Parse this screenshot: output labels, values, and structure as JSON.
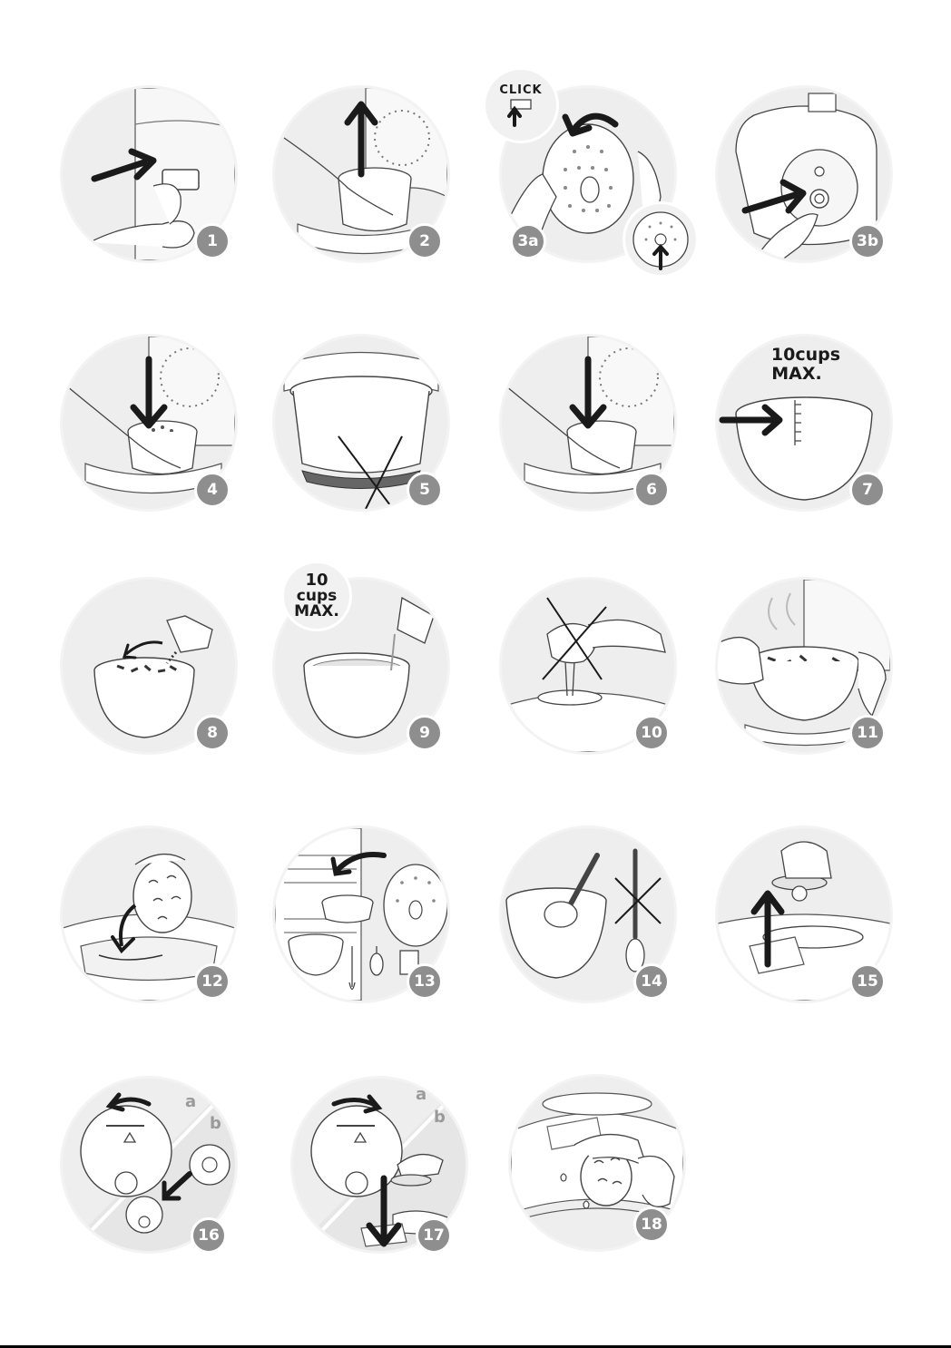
{
  "steps": [
    {
      "label": "1"
    },
    {
      "label": "2"
    },
    {
      "label": "3a"
    },
    {
      "label": "3b"
    },
    {
      "label": "4"
    },
    {
      "label": "5"
    },
    {
      "label": "6"
    },
    {
      "label": "7"
    },
    {
      "label": "8"
    },
    {
      "label": "9"
    },
    {
      "label": "10"
    },
    {
      "label": "11"
    },
    {
      "label": "12"
    },
    {
      "label": "13"
    },
    {
      "label": "14"
    },
    {
      "label": "15"
    },
    {
      "label": "16"
    },
    {
      "label": "17"
    },
    {
      "label": "18"
    }
  ],
  "captions": {
    "click": "CLICK",
    "step7_line1": "10cups",
    "step7_line2": "MAX.",
    "step9_line1": "10",
    "step9_line2": "cups",
    "step9_line3": "MAX.",
    "a": "a",
    "b": "b"
  },
  "colors": {
    "circle_bg": "#eeeeee",
    "badge_bg": "#8e8e8e",
    "arrow": "#1a1a1a"
  }
}
